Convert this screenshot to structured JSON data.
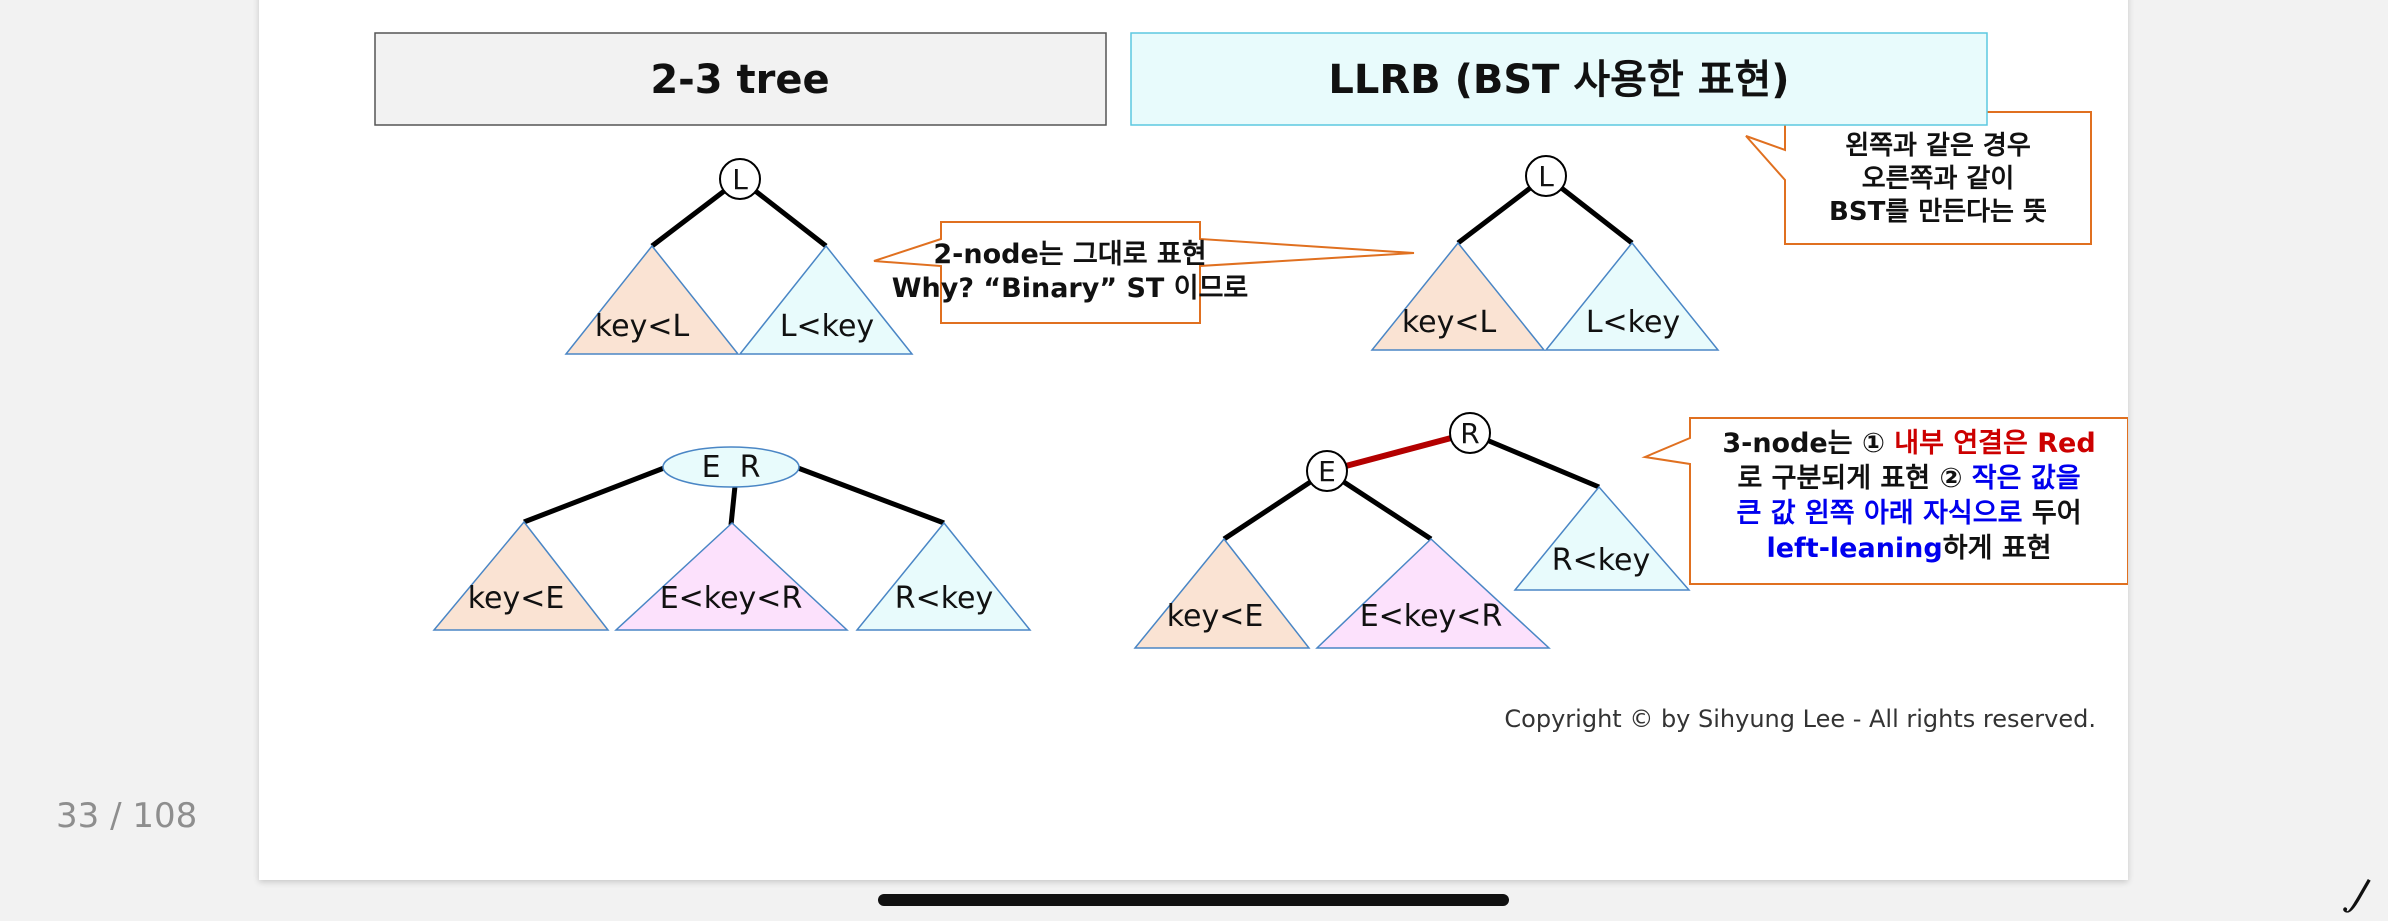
{
  "pager": {
    "text": "33 / 108"
  },
  "slide": {
    "header_left": "2-3 tree",
    "header_right": "LLRB (BST 사용한 표현)",
    "copyright": "Copyright © by Sihyung Lee - All rights reserved.",
    "left_2node": {
      "node": "L",
      "left": "key<L",
      "right": "L<key"
    },
    "right_2node": {
      "node": "L",
      "left": "key<L",
      "right": "L<key"
    },
    "left_3node": {
      "node": "E  R",
      "left": "key<E",
      "middle": "E<key<R",
      "right": "R<key"
    },
    "right_3node": {
      "node_e": "E",
      "node_r": "R",
      "left": "key<E",
      "middle": "E<key<R",
      "right": "R<key"
    },
    "callout_top_right": {
      "line1": "왼쪽과 같은 경우",
      "line2": "오른쪽과 같이",
      "line3": "BST를 만든다는 뜻"
    },
    "callout_middle": {
      "line1": "2-node는 그대로 표현",
      "line2": "Why? “Binary” ST 이므로"
    },
    "callout_3node": {
      "l1_a": "3-node는 ① ",
      "l1_b": "내부 연결은 Red",
      "l2_a": "로 구분되게 표현 ② ",
      "l2_b": "작은 값을",
      "l3_a": "큰 값 왼쪽 아래 자식으로",
      "l3_b": " 두어",
      "l4_a": "left-leaning",
      "l4_b": "하게 표현"
    }
  },
  "colors": {
    "tri_orange": "#fae3d3",
    "tri_cyan": "#e8fbfc",
    "tri_pink": "#fce1fc",
    "tri_stroke": "#4a86c5",
    "red_link": "#b30000",
    "callout_border": "#e07020",
    "accent_red": "#cc0000",
    "accent_blue": "#0000ee"
  }
}
